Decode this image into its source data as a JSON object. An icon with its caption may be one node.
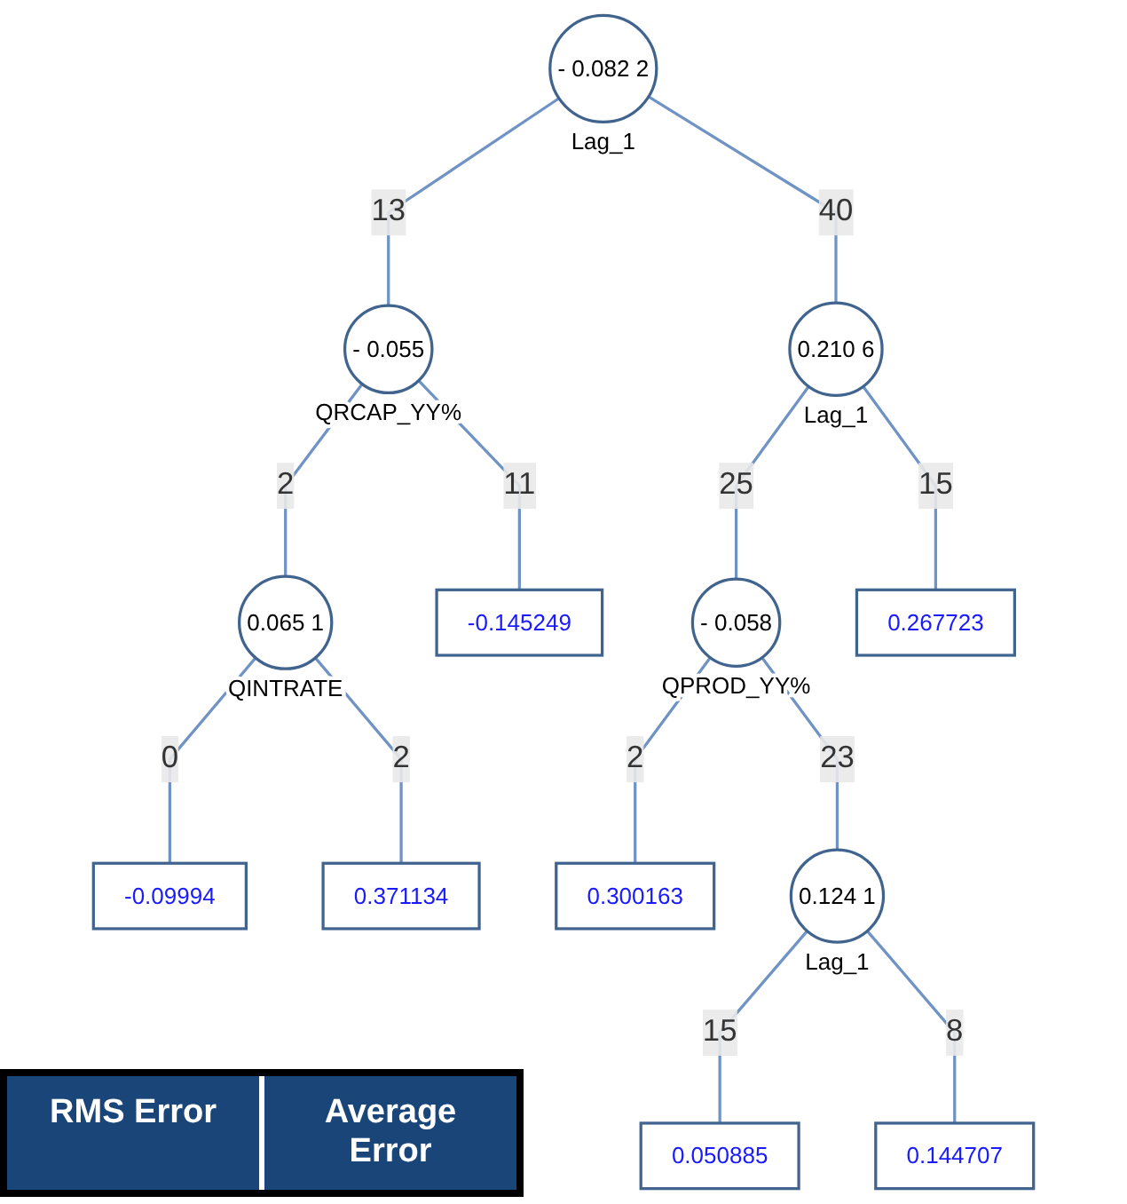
{
  "diagram": {
    "nodes": [
      {
        "text": [
          "- 0.082 2"
        ],
        "beside": [
          "Lag_1"
        ]
      },
      {
        "text": [
          "- 0.055"
        ],
        "beside": [
          "QRCAP_YY%"
        ]
      },
      {
        "text": [
          "0.210 6"
        ],
        "beside": [
          "Lag_1"
        ]
      },
      {
        "text": [
          "0.065 1"
        ],
        "beside": [
          "QINTRATE"
        ]
      },
      {
        "text": [
          "-0.145249"
        ]
      },
      {
        "text": [
          "- 0.058"
        ],
        "beside": [
          "QPROD_YY%"
        ]
      },
      {
        "text": [
          "0.267723"
        ]
      },
      {
        "text": [
          "-0.09994"
        ]
      },
      {
        "text": [
          "0.371134"
        ]
      },
      {
        "text": [
          "0.300163"
        ]
      },
      {
        "text": [
          "0.124 1"
        ],
        "beside": [
          "Lag_1"
        ]
      },
      {
        "text": [
          "0.050885"
        ]
      },
      {
        "text": [
          "0.144707"
        ]
      }
    ],
    "edges": [
      {
        "from": 0,
        "to": 1,
        "arrow": "none",
        "label": "13"
      },
      {
        "from": 0,
        "to": 2,
        "arrow": "none",
        "label": "40"
      },
      {
        "from": 1,
        "to": 3,
        "arrow": "none",
        "label": "2"
      },
      {
        "from": 1,
        "to": 4,
        "arrow": "none",
        "label": "11"
      },
      {
        "from": 2,
        "to": 5,
        "arrow": "none",
        "label": "25"
      },
      {
        "from": 2,
        "to": 6,
        "arrow": "none",
        "label": "15"
      },
      {
        "from": 3,
        "to": 7,
        "arrow": "none",
        "label": "0"
      },
      {
        "from": 3,
        "to": 8,
        "arrow": "none",
        "label": "2"
      },
      {
        "from": 5,
        "to": 9,
        "arrow": "none",
        "label": "2"
      },
      {
        "from": 5,
        "to": 10,
        "arrow": "none",
        "label": "23"
      },
      {
        "from": 10,
        "to": 11,
        "arrow": "none",
        "label": "15"
      },
      {
        "from": 10,
        "to": 12,
        "arrow": "none",
        "label": "8"
      }
    ],
    "labels": [
      "RMS Error",
      "Average Error"
    ]
  }
}
